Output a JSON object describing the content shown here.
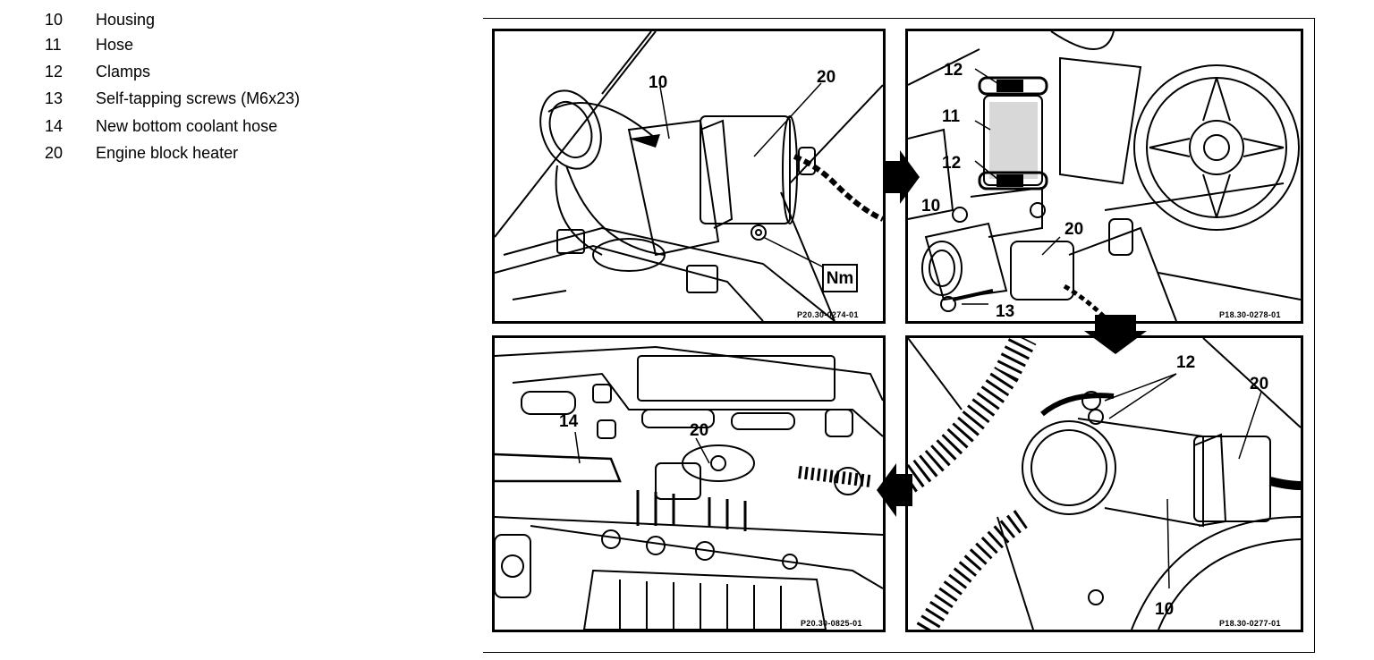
{
  "legend": [
    {
      "number": "10",
      "label": "Housing"
    },
    {
      "number": "11",
      "label": "Hose"
    },
    {
      "number": "12",
      "label": "Clamps"
    },
    {
      "number": "13",
      "label": "Self-tapping screws (M6x23)"
    },
    {
      "number": "14",
      "label": "New bottom coolant hose"
    },
    {
      "number": "20",
      "label": "Engine block heater"
    }
  ],
  "panels": {
    "top_left": {
      "code": "P20.30-0274-01",
      "callouts": {
        "a": "10",
        "b": "20"
      },
      "torque_label": "Nm"
    },
    "top_right": {
      "code": "P18.30-0278-01",
      "callouts": {
        "a": "12",
        "b": "11",
        "c": "12",
        "d": "10",
        "e": "20",
        "f": "13"
      }
    },
    "bottom_right": {
      "code": "P18.30-0277-01",
      "callouts": {
        "a": "12",
        "b": "20",
        "c": "10"
      }
    },
    "bottom_left": {
      "code": "P20.30-0825-01",
      "callouts": {
        "a": "14",
        "b": "20"
      }
    }
  }
}
